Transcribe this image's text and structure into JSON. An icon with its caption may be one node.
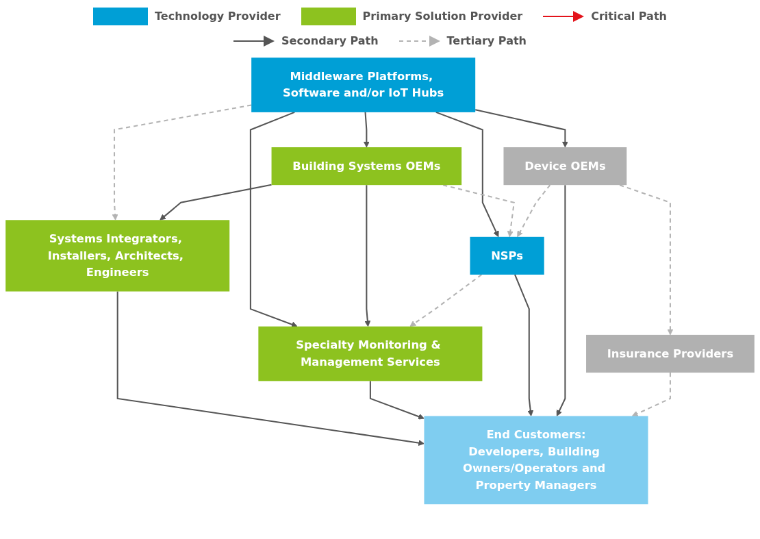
{
  "diagram": {
    "nodes": [
      {
        "text": [
          "Middleware Platforms, Software and/or IoT Hubs"
        ]
      },
      {
        "text": [
          "Device OEMs"
        ]
      },
      {
        "text": [
          "Building Systems OEMs"
        ]
      },
      {
        "text": [
          "NSPs"
        ]
      },
      {
        "text": [
          "Specialty Monitoring & Management Services"
        ]
      },
      {
        "text": [
          "Insurance Providers"
        ]
      },
      {
        "text": [
          "Systems Integrators, Installers, Architects, Engineers"
        ]
      },
      {
        "text": [
          "End Customers:",
          "Developers, Building Owners/Operators and Property Managers"
        ]
      }
    ],
    "edges": [
      {
        "from": 0,
        "to": 6,
        "arrow": "to",
        "style": "dashed",
        "color": "#b3b3b3"
      },
      {
        "from": 0,
        "to": 2,
        "arrow": "to"
      },
      {
        "from": 0,
        "to": 4,
        "arrow": "to"
      },
      {
        "from": 0,
        "to": 3,
        "arrow": "to"
      },
      {
        "from": 0,
        "to": 1,
        "arrow": "to"
      },
      {
        "from": 2,
        "to": 3,
        "arrow": "to",
        "style": "dashed",
        "color": "#b3b3b3"
      },
      {
        "from": 1,
        "to": 3,
        "arrow": "to",
        "style": "dashed",
        "color": "#b3b3b3"
      },
      {
        "from": 2,
        "to": 6,
        "arrow": "to"
      },
      {
        "from": 2,
        "to": 4,
        "arrow": "to"
      },
      {
        "from": 3,
        "to": 4,
        "arrow": "to",
        "style": "dashed",
        "color": "#b3b3b3"
      },
      {
        "from": 1,
        "to": 5,
        "arrow": "to",
        "style": "dashed",
        "color": "#b3b3b3"
      },
      {
        "from": 6,
        "to": 7,
        "arrow": "to"
      },
      {
        "from": 4,
        "to": 7,
        "arrow": "to"
      },
      {
        "from": 3,
        "to": 7,
        "arrow": "to"
      },
      {
        "from": 1,
        "to": 7,
        "arrow": "to"
      },
      {
        "from": 5,
        "to": 7,
        "arrow": "to",
        "style": "dashed",
        "color": "#b3b3b3"
      }
    ],
    "legend": [
      {
        "text": "Technology Provider",
        "color": "#009fd6"
      },
      {
        "text": "Primary Solution Provider",
        "color": "#8dc21f"
      },
      {
        "text": "Critical Path"
      },
      {
        "text": "Secondary Path"
      },
      {
        "text": "Tertiary Path"
      }
    ]
  }
}
